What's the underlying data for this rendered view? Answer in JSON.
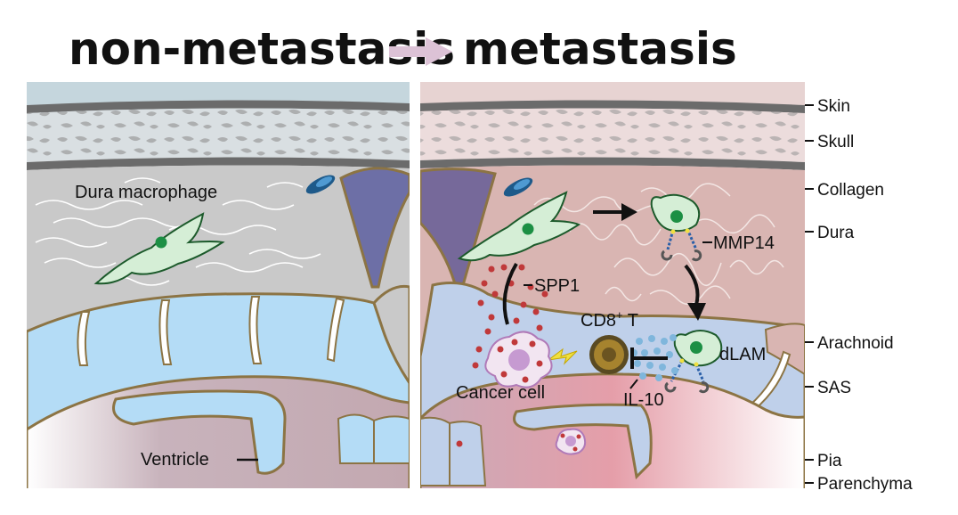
{
  "header": {
    "left_title": "non-metastasis",
    "right_title": "metastasis"
  },
  "layers": [
    "Skin",
    "Skull",
    "Collagen",
    "Dura",
    "Arachnoid",
    "SAS",
    "Pia",
    "Parenchyma"
  ],
  "labels": {
    "dura_macrophage": "Dura macrophage",
    "ventricle": "Ventricle",
    "spp1": "SPP1",
    "mmp14": "MMP14",
    "cd8_t_main": "CD8",
    "cd8_t_sup": "+",
    "cd8_t_tail": " T",
    "dlam": "dLAM",
    "cancer_cell": "Cancer cell",
    "il10": "IL-10"
  },
  "colors": {
    "skin_left": "#c5d6dd",
    "skin_right": "#e7d3d2",
    "dura_left": "#c9c9c9",
    "dura_right": "#d9b5b2",
    "sas": "#b4dcf6",
    "sas_right": "#bfd0ea",
    "parenchyma": "#c8a9b3",
    "parenchyma_right": "#e59da8",
    "membrane": "#8c7444",
    "cell_fill": "#d5eed6",
    "cell_stroke": "#1c5a2b",
    "nucleus": "#1c8f44",
    "spp1_dots": "#c0393a",
    "il10_dots": "#7fb6dc",
    "vessel": "#6d6fa6"
  }
}
